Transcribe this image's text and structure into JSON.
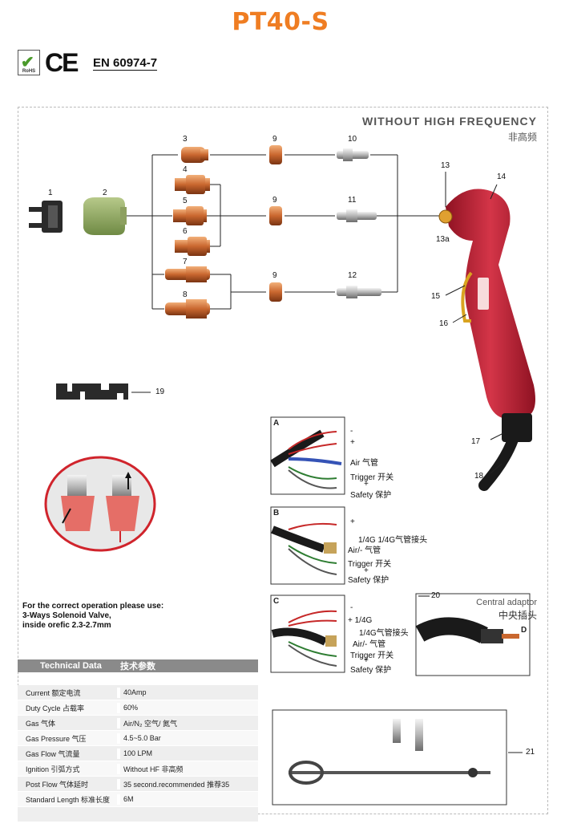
{
  "header": {
    "title": "PT40-S",
    "rohs": "RoHS",
    "ce": "CE",
    "standard": "EN 60974-7"
  },
  "diagram": {
    "mode_en": "WITHOUT HIGH FREQUENCY",
    "mode_cn": "非高频",
    "part_numbers": [
      "1",
      "2",
      "3",
      "4",
      "5",
      "6",
      "7",
      "8",
      "9",
      "9",
      "9",
      "10",
      "11",
      "12",
      "13",
      "13a",
      "14",
      "15",
      "16",
      "17",
      "18",
      "19",
      "20",
      "21"
    ]
  },
  "wiring": {
    "panel_a": {
      "label": "A",
      "lines": [
        "-",
        "+",
        "Air 气管",
        "Trigger 开关",
        "+",
        "Safety 保护"
      ]
    },
    "panel_b": {
      "label": "B",
      "lines": [
        "+",
        "1/4G 1/4G气管接头",
        "Air/- 气管",
        "Trigger 开关",
        "+",
        "Safety 保护"
      ]
    },
    "panel_c": {
      "label": "C",
      "lines": [
        "-",
        "+ 1/4G",
        "1/4G气管接头",
        "Air/- 气管",
        "Trigger 开关",
        "+",
        "Safety 保护"
      ]
    },
    "panel_d": {
      "label": "D",
      "title_en": "Central adaptor",
      "title_cn": "中央插头"
    }
  },
  "note": {
    "line1": "For the correct operation please use:",
    "line2": "3-Ways Solenoid Valve,",
    "line3": "inside orefic 2.3-2.7mm"
  },
  "technical_data": {
    "header_en": "Technical Data",
    "header_cn": "技术参数",
    "rows": [
      {
        "label": "Current  额定电流",
        "value": "40Amp"
      },
      {
        "label": "Duty Cycle 占载率",
        "value": "60%"
      },
      {
        "label": "Gas 气体",
        "value": "Air/N₂ 空气/ 氮气"
      },
      {
        "label": "Gas Pressure 气压",
        "value": "4.5~5.0 Bar"
      },
      {
        "label": "Gas Flow 气流量",
        "value": "100 LPM"
      },
      {
        "label": "Ignition 引弧方式",
        "value": "Without HF 非高频"
      },
      {
        "label": "Post Flow  气体延时",
        "value": "35 second.recommended 推荐35"
      },
      {
        "label": "Standard Length 标准长度",
        "value": "6M"
      },
      {
        "label": "",
        "value": ""
      }
    ]
  },
  "colors": {
    "brand_orange": "#ef7d22",
    "torch_red": "#c42638",
    "copper": "#c9672f"
  }
}
